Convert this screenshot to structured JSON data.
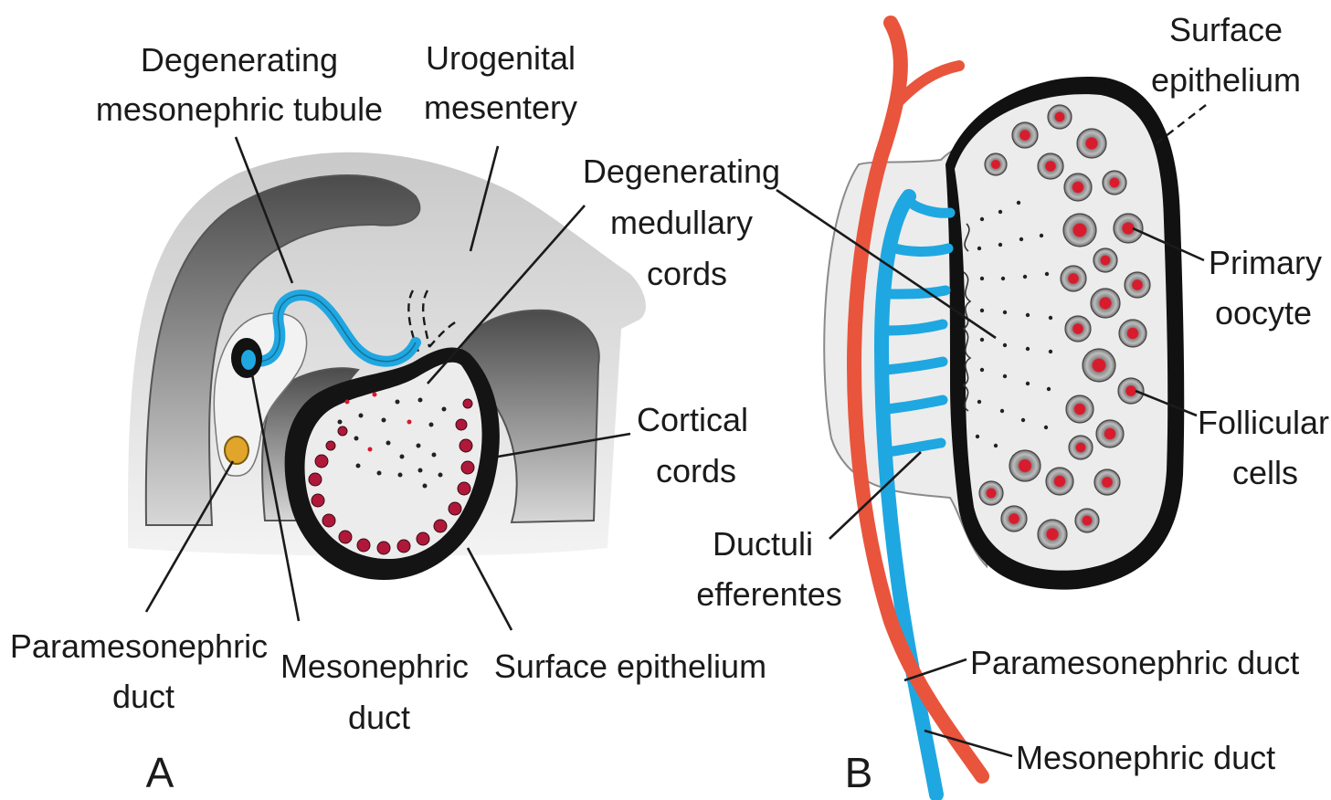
{
  "panel_a": {
    "letter": "A",
    "labels": {
      "degenerating_tubule_1": "Degenerating",
      "degenerating_tubule_2": "mesonephric tubule",
      "urogenital_1": "Urogenital",
      "urogenital_2": "mesentery",
      "medullary_1": "Degenerating",
      "medullary_2": "medullary",
      "medullary_3": "cords",
      "cortical_1": "Cortical",
      "cortical_2": "cords",
      "paramesonephric_1": "Paramesonephric",
      "paramesonephric_2": "duct",
      "mesonephric_1": "Mesonephric",
      "mesonephric_2": "duct",
      "surface_epithelium": "Surface epithelium"
    }
  },
  "panel_b": {
    "letter": "B",
    "labels": {
      "surface_1": "Surface",
      "surface_2": "epithelium",
      "primary_1": "Primary",
      "primary_2": "oocyte",
      "follicular_1": "Follicular",
      "follicular_2": "cells",
      "ductuli_1": "Ductuli",
      "ductuli_2": "efferentes",
      "paramesonephric_duct": "Paramesonephric duct",
      "mesonephric_duct": "Mesonephric duct"
    }
  },
  "colors": {
    "mesonephric": "#1ea7e1",
    "paramesonephric": "#e8553c",
    "paramesonephric_duct_a": "#e0a52a",
    "oocyte": "#d81c2e",
    "tissue": "#e9e9e9",
    "epithelium": "#111111"
  }
}
